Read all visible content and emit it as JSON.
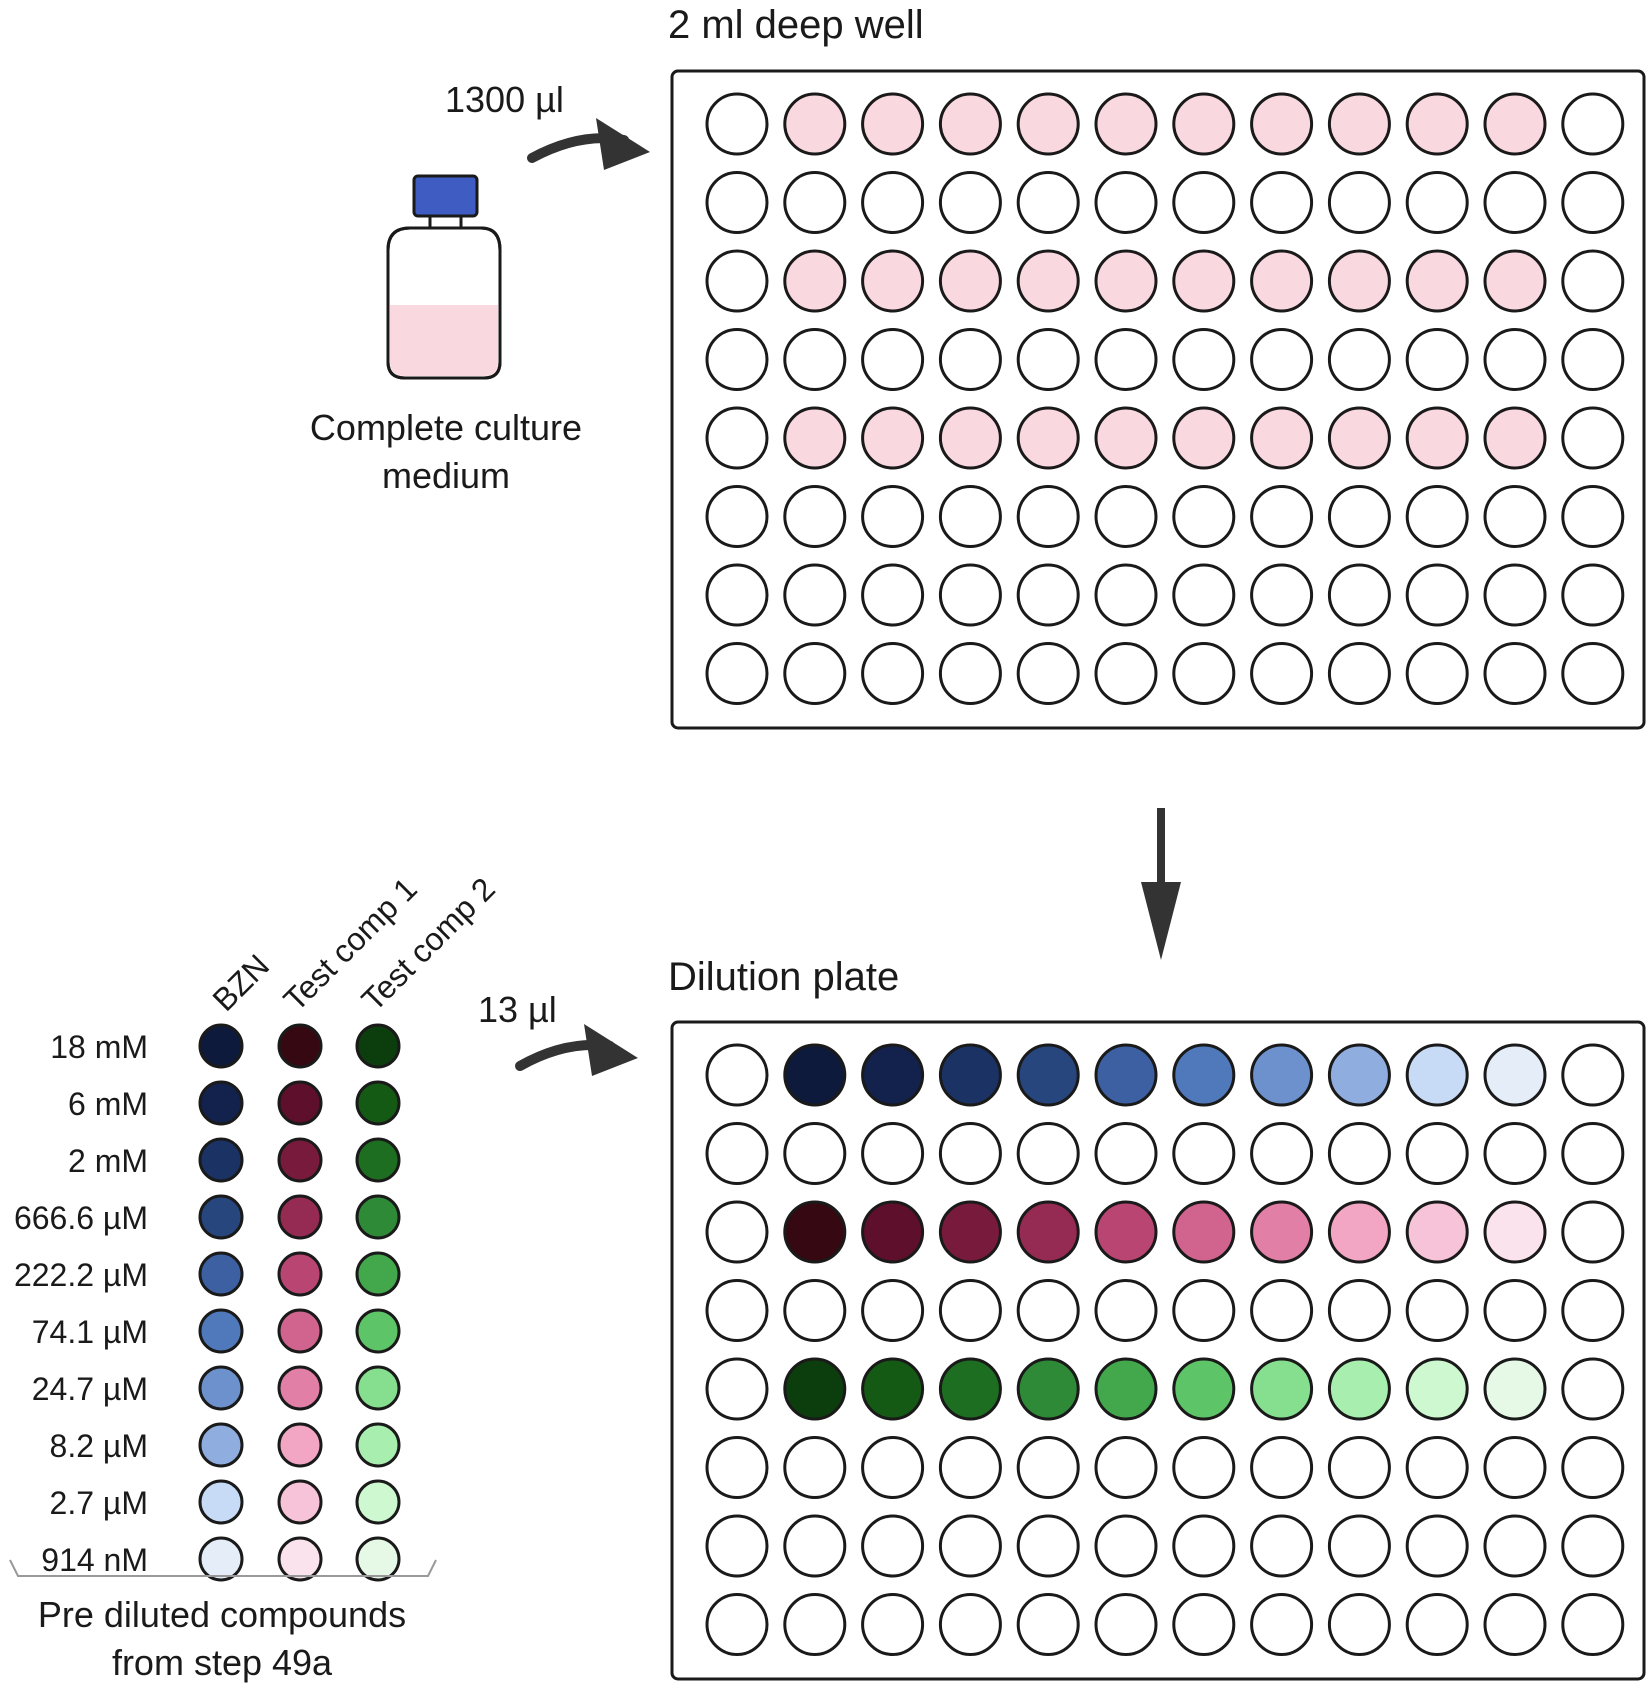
{
  "top_plate": {
    "title": "2 ml deep well",
    "rows": 8,
    "cols": 12,
    "filled_rows": [
      0,
      2,
      4
    ],
    "filled_cols": [
      1,
      2,
      3,
      4,
      5,
      6,
      7,
      8,
      9,
      10
    ],
    "fill_color": "#f9d9df",
    "empty_color": "#ffffff"
  },
  "medium": {
    "volume_label": "1300 µl",
    "caption_line1": "Complete culture",
    "caption_line2": "medium",
    "cap_color": "#3f5cc3",
    "liquid_color": "#f9d9df"
  },
  "dilution_plate": {
    "title": "Dilution plate",
    "rows": 8,
    "cols": 12,
    "transfer_label": "13 µl",
    "row_series": [
      {
        "row": 0,
        "series": "BZN"
      },
      {
        "row": 2,
        "series": "Test comp 1"
      },
      {
        "row": 4,
        "series": "Test comp 2"
      }
    ]
  },
  "compounds": {
    "column_labels": [
      "BZN",
      "Test comp 1",
      "Test comp 2"
    ],
    "concentrations": [
      "18 mM",
      "6 mM",
      "2 mM",
      "666.6 µM",
      "222.2 µM",
      "74.1 µM",
      "24.7 µM",
      "8.2 µM",
      "2.7 µM",
      "914 nM"
    ],
    "caption_line1": "Pre diluted compounds",
    "caption_line2": "from step 49a",
    "colors": {
      "BZN": [
        "#0e1a3c",
        "#13224d",
        "#1b3264",
        "#27467e",
        "#3c60a2",
        "#5079bb",
        "#6d91cc",
        "#8faddf",
        "#c7dbf6",
        "#e4edf8"
      ],
      "Test comp 1": [
        "#350812",
        "#5d0f2b",
        "#781a3c",
        "#952a52",
        "#b94573",
        "#d1638f",
        "#e27fa7",
        "#f2a6c4",
        "#f6c3d8",
        "#fae3ec"
      ],
      "Test comp 2": [
        "#0c3d0c",
        "#145a14",
        "#1e6e21",
        "#2e8a37",
        "#43a84c",
        "#5ec468",
        "#86df8f",
        "#a8efaf",
        "#cdf8d0",
        "#e6f8e6"
      ]
    }
  }
}
